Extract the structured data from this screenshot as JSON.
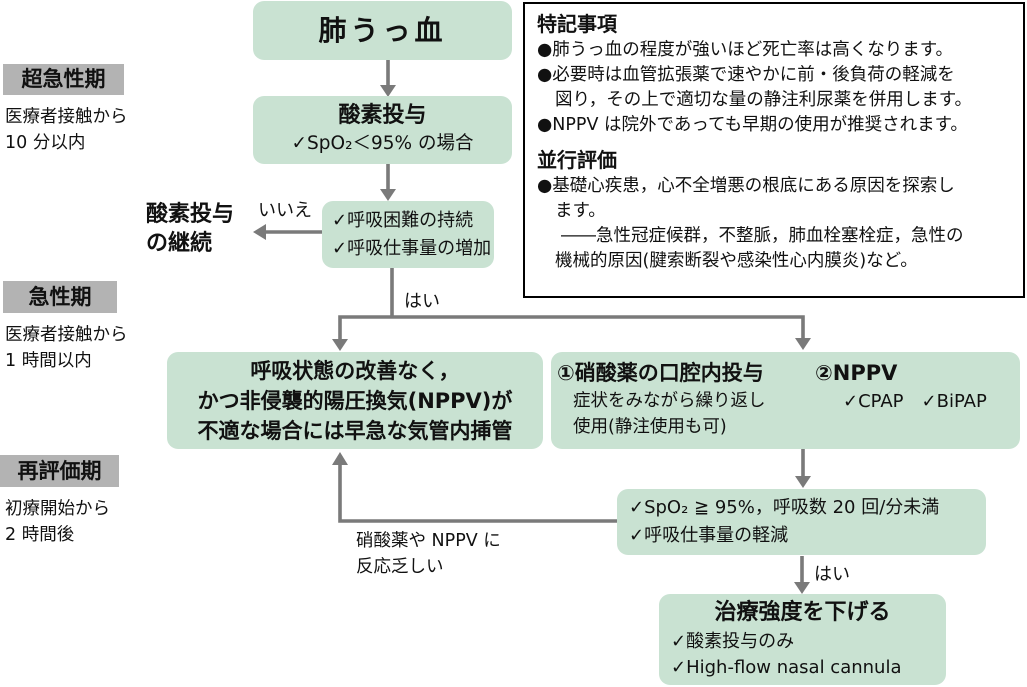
{
  "colors": {
    "box_green": "#c9e2d2",
    "phase_label_gray": "#b3b3b3",
    "arrow_gray": "#7a7a7a",
    "note_border": "#000000"
  },
  "phases": {
    "hyperacute": {
      "label": "超急性期",
      "time1": "医療者接触から",
      "time2": "10 分以内"
    },
    "acute": {
      "label": "急性期",
      "time1": "医療者接触から",
      "time2": "1 時間以内"
    },
    "reeval": {
      "label": "再評価期",
      "time1": "初療開始から",
      "time2": "2 時間後"
    }
  },
  "flow": {
    "title_box": {
      "label": "肺うっ血"
    },
    "oxygen_box": {
      "title": "酸素投与",
      "line": "✓SpO₂＜95% の場合"
    },
    "breath_box": {
      "line1": "✓呼吸困難の持続",
      "line2": "✓呼吸仕事量の増加"
    },
    "no_label": "いいえ",
    "oxygen_continue": {
      "line1": "酸素投与",
      "line2": "の継続"
    },
    "yes_label_1": "はい",
    "intubation_box": {
      "line1": "呼吸状態の改善なく，",
      "line2": "かつ非侵襲的陽圧換気(NPPV)が",
      "line3": "不適な場合には早急な気管内挿管"
    },
    "nitrate_box": {
      "title": "①硝酸薬の口腔内投与",
      "line1": "症状をみながら繰り返し",
      "line2": "使用(静注使用も可)"
    },
    "nppv_box": {
      "title": "②NPPV",
      "line": "✓CPAP　✓BiPAP"
    },
    "spo2_box": {
      "line1": "✓SpO₂ ≧ 95%，呼吸数 20 回/分未満",
      "line2": "✓呼吸仕事量の軽減"
    },
    "yes_label_2": "はい",
    "deescalate_box": {
      "title": "治療強度を下げる",
      "line1": "✓酸素投与のみ",
      "line2": "✓High-flow nasal cannula"
    },
    "feedback_label": {
      "line1": "硝酸薬や NPPV に",
      "line2": "反応乏しい"
    }
  },
  "notes": {
    "heading1": "特記事項",
    "s1_line1": "●肺うっ血の程度が強いほど死亡率は高くなります。",
    "s1_line2": "●必要時は血管拡張薬で速やかに前・後負荷の軽減を",
    "s1_line3": "図り，その上で適切な量の静注利尿薬を併用します。",
    "s1_line4": "●NPPV は院外であっても早期の使用が推奨されます。",
    "heading2": "並行評価",
    "s2_line1": "●基礎心疾患，心不全増悪の根底にある原因を探索し",
    "s2_line2": "ます。",
    "s2_line3": "――急性冠症候群，不整脈，肺血栓塞栓症，急性の",
    "s2_line4": "機械的原因(腱索断裂や感染性心内膜炎)など。"
  }
}
